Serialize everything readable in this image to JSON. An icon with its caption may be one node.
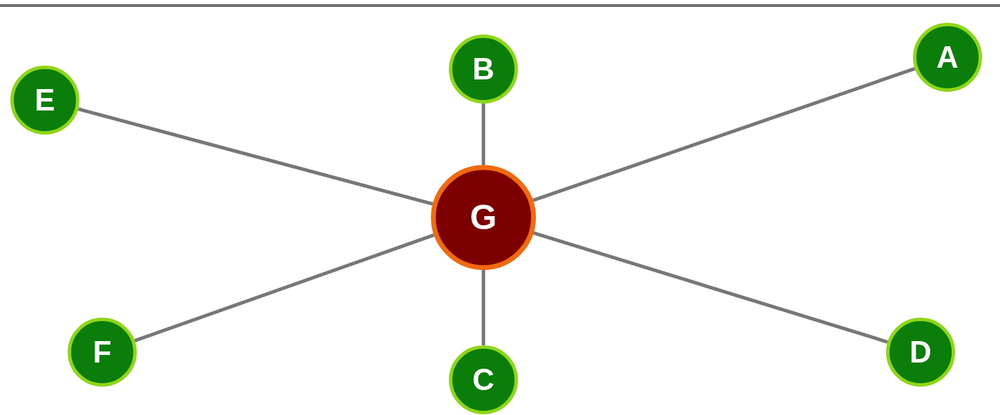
{
  "diagram": {
    "nodes": [
      {
        "text": [
          "E"
        ]
      },
      {
        "text": [
          "B"
        ]
      },
      {
        "text": [
          "A"
        ]
      },
      {
        "text": [
          "G"
        ]
      },
      {
        "text": [
          "F"
        ]
      },
      {
        "text": [
          "C"
        ]
      },
      {
        "text": [
          "D"
        ]
      }
    ],
    "edges": [
      {
        "from": 3,
        "to": 0,
        "arrow": "none"
      },
      {
        "from": 3,
        "to": 1,
        "arrow": "none"
      },
      {
        "from": 3,
        "to": 2,
        "arrow": "none"
      },
      {
        "from": 3,
        "to": 4,
        "arrow": "none"
      },
      {
        "from": 3,
        "to": 5,
        "arrow": "none"
      },
      {
        "from": 3,
        "to": 6,
        "arrow": "none"
      }
    ]
  }
}
